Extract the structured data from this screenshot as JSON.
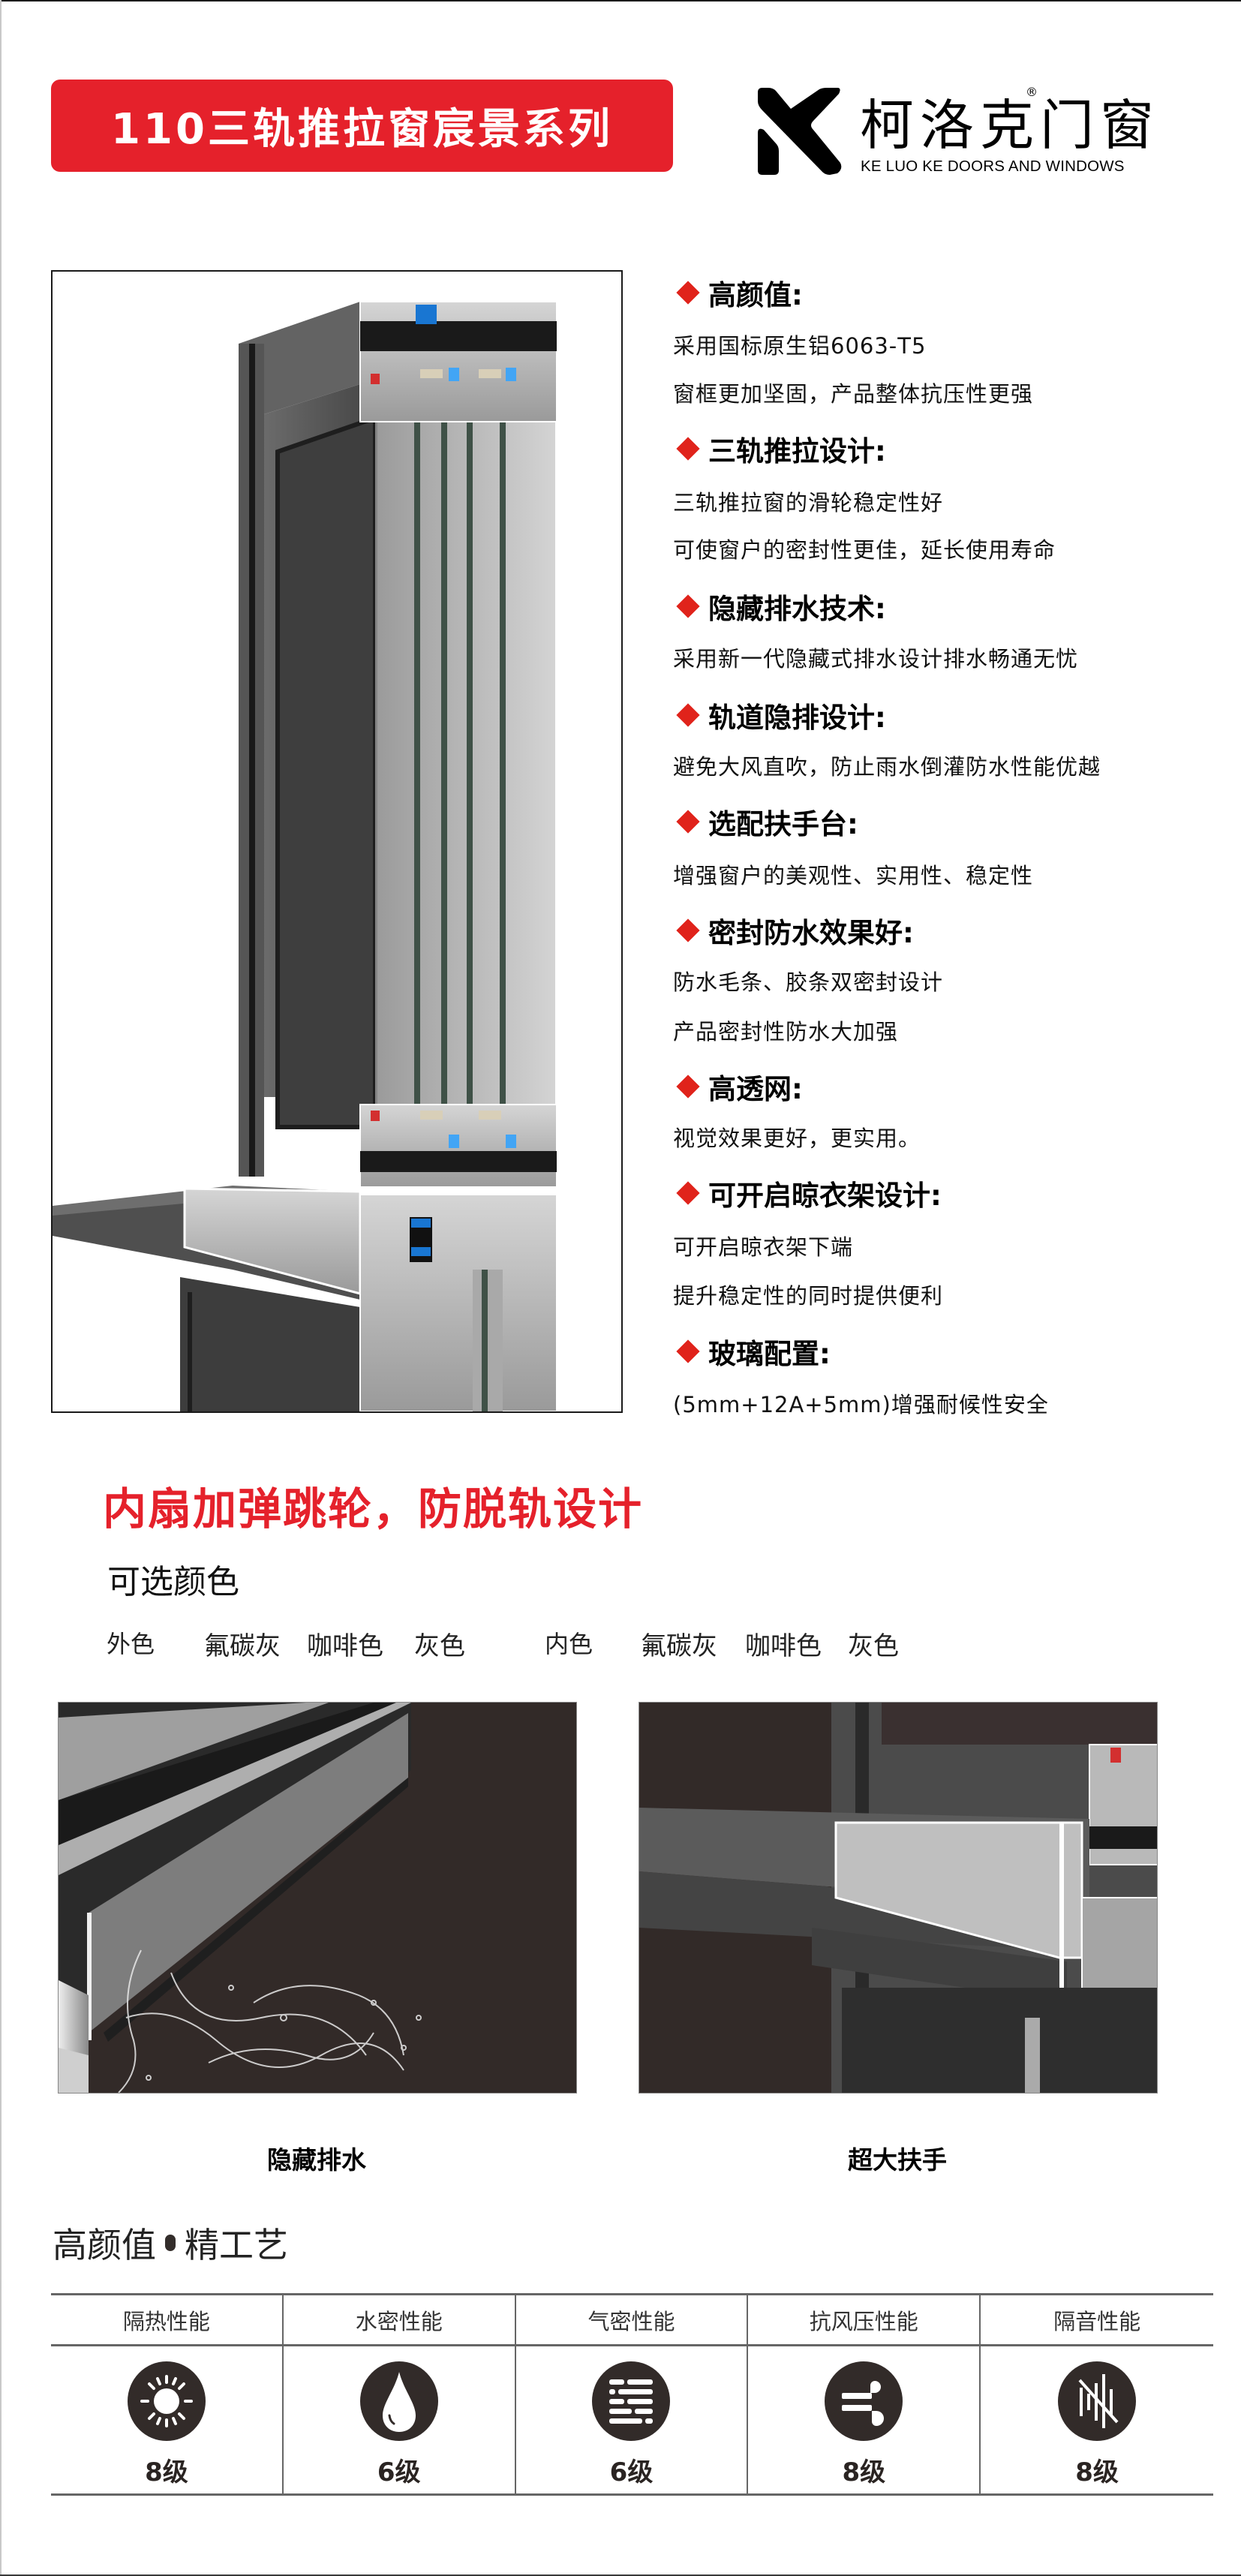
{
  "header": {
    "series_title": "110三轨推拉窗宸景系列",
    "brand_cn": "柯洛克门窗",
    "brand_registered": "®",
    "brand_en": "KE LUO KE DOORS AND WINDOWS"
  },
  "product_image": {
    "alt": "110三轨推拉窗截面渲染图"
  },
  "features": [
    {
      "title": "高颜值:",
      "lines": [
        "采用国标原生铝6063-T5",
        "窗框更加坚固，产品整体抗压性更强"
      ]
    },
    {
      "title": "三轨推拉设计:",
      "lines": [
        "三轨推拉窗的滑轮稳定性好",
        "可使窗户的密封性更佳，延长使用寿命"
      ]
    },
    {
      "title": "隐藏排水技术:",
      "lines": [
        "采用新一代隐藏式排水设计排水畅通无忧"
      ]
    },
    {
      "title": "轨道隐排设计:",
      "lines": [
        "避免大风直吹，防止雨水倒灌防水性能优越"
      ]
    },
    {
      "title": "选配扶手台:",
      "lines": [
        "增强窗户的美观性、实用性、稳定性"
      ]
    },
    {
      "title": "密封防水效果好:",
      "lines": [
        "防水毛条、胶条双密封设计",
        "产品密封性防水大加强"
      ]
    },
    {
      "title": "高透网:",
      "lines": [
        "视觉效果更好，更实用。"
      ]
    },
    {
      "title": "可开启晾衣架设计:",
      "lines": [
        "可开启晾衣架下端",
        "提升稳定性的同时提供便利"
      ]
    },
    {
      "title": "玻璃配置:",
      "lines": [
        "(5mm+12A+5mm)增强耐候性安全"
      ]
    }
  ],
  "highlight": "内扇加弹跳轮，防脱轨设计",
  "colors": {
    "title": "可选颜色",
    "exterior_label": "外色",
    "exterior": [
      "氟碳灰",
      "咖啡色",
      "灰色"
    ],
    "interior_label": "内色",
    "interior": [
      "氟碳灰",
      "咖啡色",
      "灰色"
    ]
  },
  "photos": [
    {
      "caption": "隐藏排水"
    },
    {
      "caption": "超大扶手"
    }
  ],
  "performance": {
    "title_left": "高颜值",
    "title_right": "精工艺",
    "items": [
      {
        "label": "隔热性能",
        "icon": "sun-icon",
        "grade": "8级"
      },
      {
        "label": "水密性能",
        "icon": "water-drop-icon",
        "grade": "6级"
      },
      {
        "label": "气密性能",
        "icon": "airflow-lines-icon",
        "grade": "6级"
      },
      {
        "label": "抗风压性能",
        "icon": "wind-icon",
        "grade": "8级"
      },
      {
        "label": "隔音性能",
        "icon": "sound-off-icon",
        "grade": "8级"
      }
    ]
  },
  "colors_palette": {
    "brand_red": "#e5212b",
    "diamond_red": "#e0231b",
    "icon_dark": "#322b29",
    "photo_bg": "#322a28"
  }
}
